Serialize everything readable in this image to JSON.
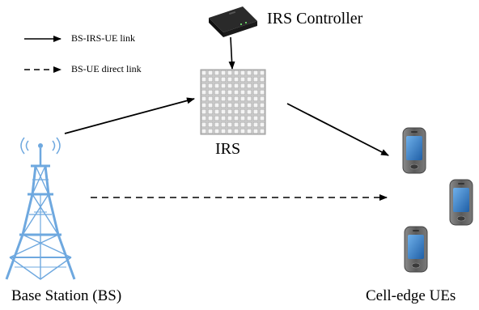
{
  "legend": {
    "solid_label": "BS-IRS-UE link",
    "dashed_label": "BS-UE direct link"
  },
  "labels": {
    "controller": "IRS Controller",
    "irs": "IRS",
    "bs": "Base Station (BS)",
    "ues": "Cell-edge UEs"
  },
  "irs_grid": {
    "rows": 10,
    "cols": 10
  },
  "colors": {
    "tower": "#7fb4e6",
    "tower_dark": "#5b95cf",
    "irs_fill": "#c9c9c9",
    "irs_cell": "#f4f4f4",
    "phone_body": "#6d6d6d",
    "phone_screen": "#3f86c9"
  },
  "icons": [
    "router-icon",
    "irs-panel-icon",
    "tower-icon",
    "phone-icon"
  ]
}
